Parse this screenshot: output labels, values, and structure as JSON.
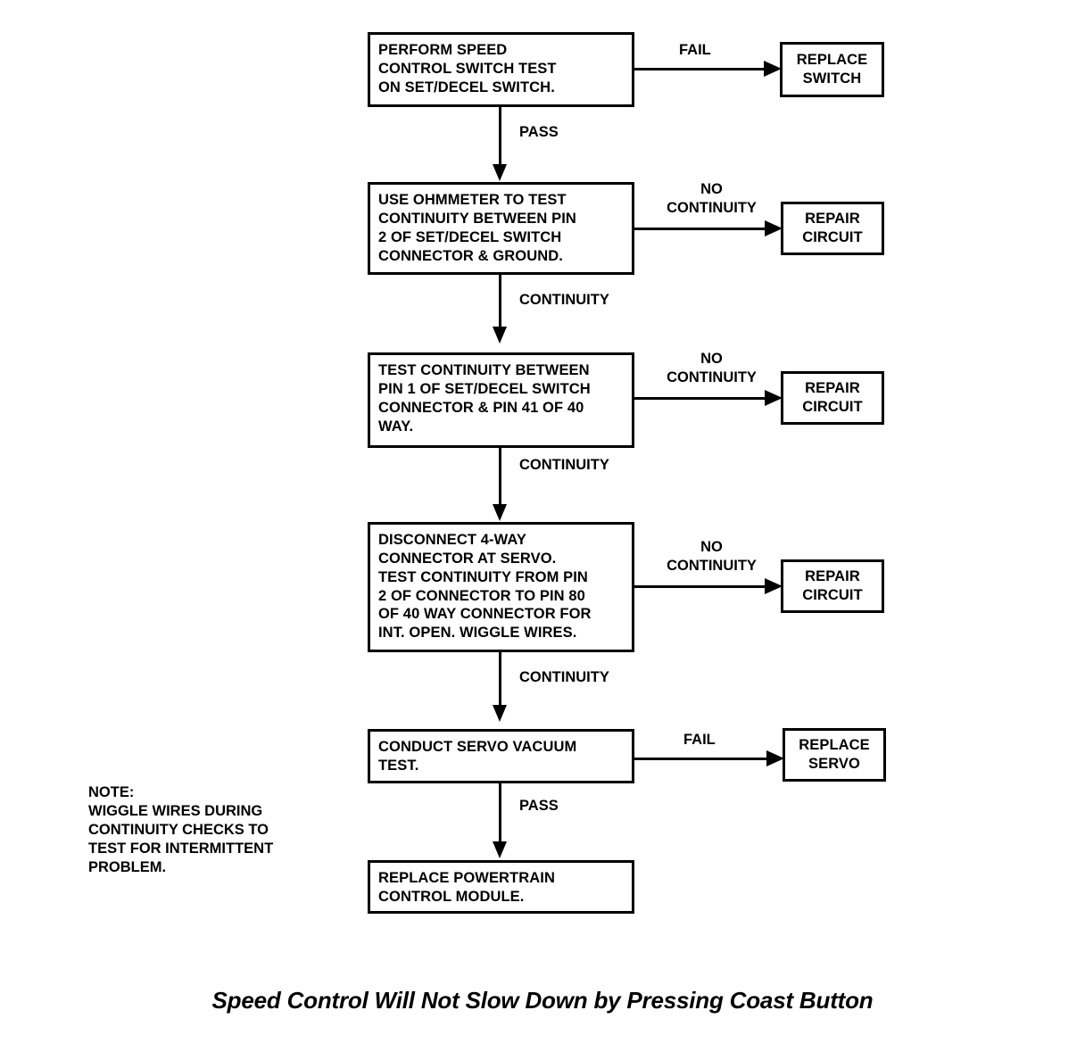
{
  "caption": "Speed Control Will Not Slow Down by Pressing Coast Button",
  "note": {
    "heading": "NOTE:",
    "body": "WIGGLE WIRES DURING\nCONTINUITY CHECKS TO\nTEST FOR INTERMITTENT\nPROBLEM."
  },
  "chart_data": {
    "type": "diagram",
    "title": "Speed Control Will Not Slow Down by Pressing Coast Button",
    "orientation": "top-to-bottom with side branches",
    "nodes": [
      {
        "id": "step1",
        "label": "PERFORM SPEED\nCONTROL SWITCH TEST\nON SET/DECEL SWITCH.",
        "column": "main"
      },
      {
        "id": "act1",
        "label": "REPLACE\nSWITCH",
        "column": "branch"
      },
      {
        "id": "step2",
        "label": "USE OHMMETER TO TEST\nCONTINUITY BETWEEN PIN\n2 OF SET/DECEL SWITCH\nCONNECTOR & GROUND.",
        "column": "main"
      },
      {
        "id": "act2",
        "label": "REPAIR\nCIRCUIT",
        "column": "branch"
      },
      {
        "id": "step3",
        "label": "TEST CONTINUITY BETWEEN\nPIN 1 OF SET/DECEL SWITCH\nCONNECTOR & PIN 41 OF 40\nWAY.",
        "column": "main"
      },
      {
        "id": "act3",
        "label": "REPAIR\nCIRCUIT",
        "column": "branch"
      },
      {
        "id": "step4",
        "label": "DISCONNECT 4-WAY\nCONNECTOR AT SERVO.\nTEST CONTINUITY FROM PIN\n2 OF CONNECTOR TO PIN 80\nOF 40 WAY CONNECTOR FOR\nINT. OPEN. WIGGLE WIRES.",
        "column": "main"
      },
      {
        "id": "act4",
        "label": "REPAIR\nCIRCUIT",
        "column": "branch"
      },
      {
        "id": "step5",
        "label": "CONDUCT SERVO VACUUM\nTEST.",
        "column": "main"
      },
      {
        "id": "act5",
        "label": "REPLACE\nSERVO",
        "column": "branch"
      },
      {
        "id": "step6",
        "label": "REPLACE POWERTRAIN\nCONTROL MODULE.",
        "column": "main"
      }
    ],
    "edges": [
      {
        "from": "step1",
        "to": "act1",
        "label": "FAIL",
        "direction": "right"
      },
      {
        "from": "step1",
        "to": "step2",
        "label": "PASS",
        "direction": "down"
      },
      {
        "from": "step2",
        "to": "act2",
        "label": "NO\nCONTINUITY",
        "direction": "right"
      },
      {
        "from": "step2",
        "to": "step3",
        "label": "CONTINUITY",
        "direction": "down"
      },
      {
        "from": "step3",
        "to": "act3",
        "label": "NO\nCONTINUITY",
        "direction": "right"
      },
      {
        "from": "step3",
        "to": "step4",
        "label": "CONTINUITY",
        "direction": "down"
      },
      {
        "from": "step4",
        "to": "act4",
        "label": "NO\nCONTINUITY",
        "direction": "right"
      },
      {
        "from": "step4",
        "to": "step5",
        "label": "CONTINUITY",
        "direction": "down"
      },
      {
        "from": "step5",
        "to": "act5",
        "label": "FAIL",
        "direction": "right"
      },
      {
        "from": "step5",
        "to": "step6",
        "label": "PASS",
        "direction": "down"
      }
    ]
  }
}
